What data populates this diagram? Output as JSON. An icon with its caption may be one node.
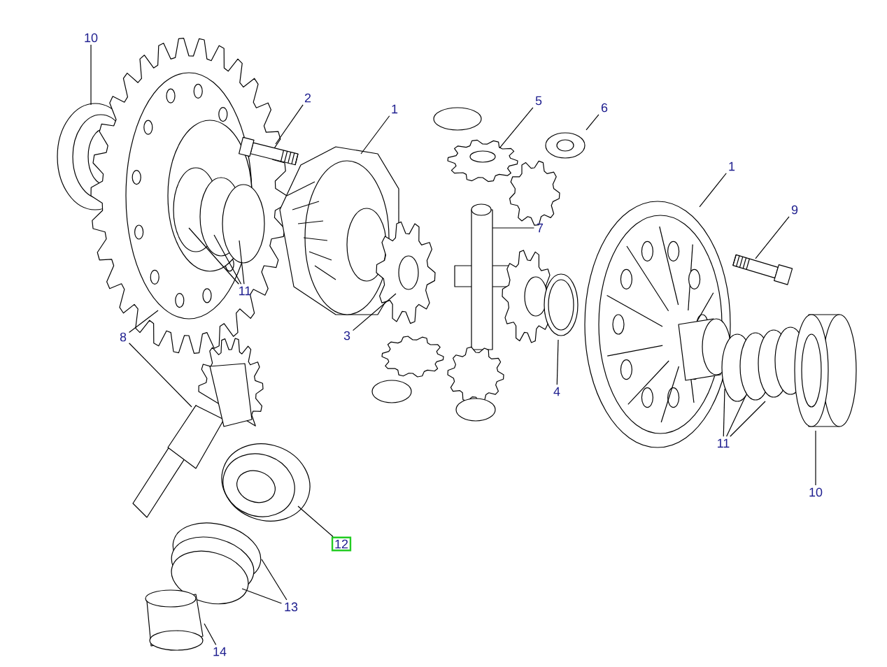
{
  "diagram": {
    "nodes": [
      {
        "text": [
          "10"
        ]
      },
      {
        "text": [
          "2"
        ]
      },
      {
        "text": [
          "1"
        ]
      },
      {
        "text": [
          "5"
        ]
      },
      {
        "text": [
          "6"
        ]
      },
      {
        "text": [
          "1"
        ]
      },
      {
        "text": [
          "9"
        ]
      },
      {
        "text": [
          "7"
        ]
      },
      {
        "text": [
          "11"
        ]
      },
      {
        "text": [
          "3"
        ]
      },
      {
        "text": [
          "8"
        ]
      },
      {
        "text": [
          "4"
        ]
      },
      {
        "text": [
          "11"
        ]
      },
      {
        "text": [
          "10"
        ]
      },
      {
        "text": [
          "12"
        ]
      },
      {
        "text": [
          "13"
        ]
      },
      {
        "text": [
          "14"
        ]
      }
    ],
    "edges": [
      {
        "from": 0,
        "to": null,
        "arrow": "none"
      },
      {
        "from": 1,
        "to": null,
        "arrow": "none"
      },
      {
        "from": 2,
        "to": null,
        "arrow": "none"
      },
      {
        "from": 3,
        "to": null,
        "arrow": "none"
      },
      {
        "from": 4,
        "to": null,
        "arrow": "none"
      },
      {
        "from": 5,
        "to": null,
        "arrow": "none"
      },
      {
        "from": 6,
        "to": null,
        "arrow": "none"
      },
      {
        "from": 7,
        "to": null,
        "arrow": "none"
      },
      {
        "from": 8,
        "to": null,
        "arrow": "none"
      },
      {
        "from": 8,
        "to": null,
        "arrow": "none"
      },
      {
        "from": 8,
        "to": null,
        "arrow": "none"
      },
      {
        "from": 9,
        "to": null,
        "arrow": "none"
      },
      {
        "from": 10,
        "to": null,
        "arrow": "none"
      },
      {
        "from": 10,
        "to": null,
        "arrow": "none"
      },
      {
        "from": 11,
        "to": null,
        "arrow": "none"
      },
      {
        "from": 12,
        "to": null,
        "arrow": "none"
      },
      {
        "from": 12,
        "to": null,
        "arrow": "none"
      },
      {
        "from": 12,
        "to": null,
        "arrow": "none"
      },
      {
        "from": 13,
        "to": null,
        "arrow": "none"
      },
      {
        "from": 14,
        "to": null,
        "arrow": "none"
      },
      {
        "from": 15,
        "to": null,
        "arrow": "none"
      },
      {
        "from": 15,
        "to": null,
        "arrow": "none"
      },
      {
        "from": 16,
        "to": null,
        "arrow": "none"
      }
    ]
  }
}
